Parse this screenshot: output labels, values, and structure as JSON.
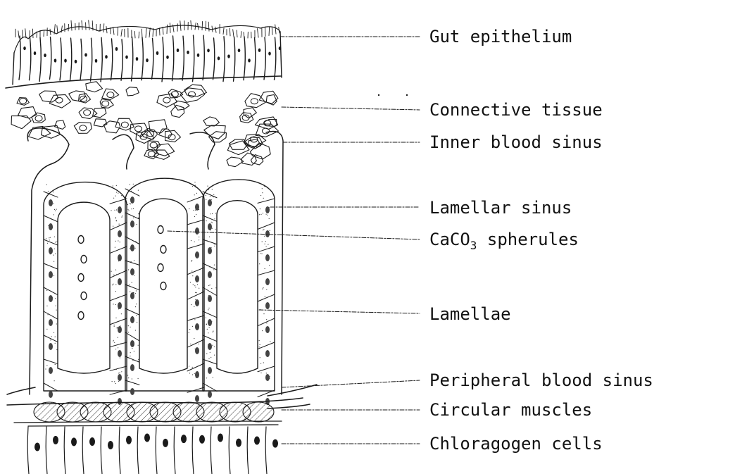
{
  "labels": {
    "gut_epithelium": "Gut epithelium",
    "connective_tissue": "Connective tissue",
    "inner_blood_sinus": "Inner blood sinus",
    "lamellar_sinus": "Lamellar sinus",
    "caco3_prefix": "CaCO",
    "caco3_sub": "3",
    "caco3_suffix": " spherules",
    "lamellae": "Lamellae",
    "peripheral_blood_sinus": "Peripheral blood sinus",
    "circular_muscles": "Circular muscles",
    "chloragogen_cells": "Chloragogen cells"
  },
  "colors": {
    "ink": "#1a1a1a",
    "background": "#ffffff"
  }
}
